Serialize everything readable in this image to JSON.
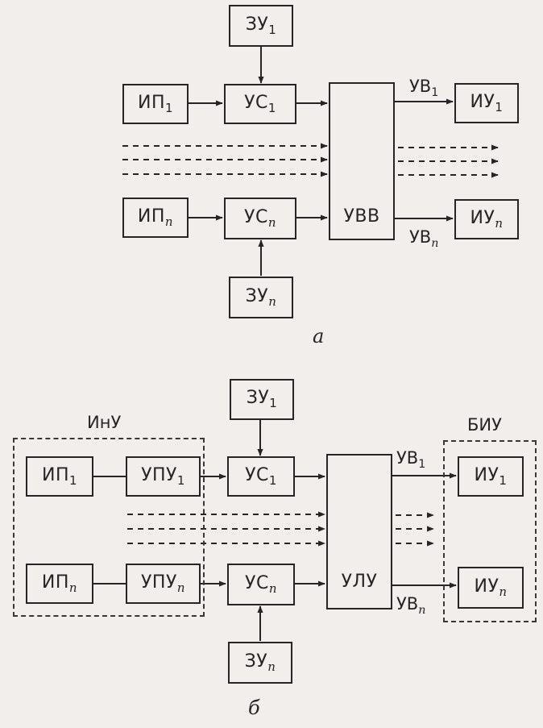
{
  "diagram_a": {
    "caption": "а",
    "blocks": {
      "zu_1": {
        "base": "ЗУ",
        "sub": "1"
      },
      "ip_1": {
        "base": "ИП",
        "sub": "1"
      },
      "us_1": {
        "base": "УС",
        "sub": "1"
      },
      "uvv": {
        "base": "УВВ",
        "sub": ""
      },
      "iu_1": {
        "base": "ИУ",
        "sub": "1"
      },
      "ip_n": {
        "base": "ИП",
        "sub": "n"
      },
      "us_n": {
        "base": "УС",
        "sub": "n"
      },
      "iu_n": {
        "base": "ИУ",
        "sub": "n"
      },
      "zu_n": {
        "base": "ЗУ",
        "sub": "n"
      }
    },
    "signals": {
      "uv_1": {
        "base": "УВ",
        "sub": "1"
      },
      "uv_n": {
        "base": "УВ",
        "sub": "n"
      }
    }
  },
  "diagram_b": {
    "caption": "б",
    "groups": {
      "inu": "ИнУ",
      "biu": "БИУ"
    },
    "blocks": {
      "zu_1": {
        "base": "ЗУ",
        "sub": "1"
      },
      "ip_1": {
        "base": "ИП",
        "sub": "1"
      },
      "upu_1": {
        "base": "УПУ",
        "sub": "1"
      },
      "us_1": {
        "base": "УС",
        "sub": "1"
      },
      "ulu": {
        "base": "УЛУ",
        "sub": ""
      },
      "iu_1": {
        "base": "ИУ",
        "sub": "1"
      },
      "ip_n": {
        "base": "ИП",
        "sub": "n"
      },
      "upu_n": {
        "base": "УПУ",
        "sub": "n"
      },
      "us_n": {
        "base": "УС",
        "sub": "n"
      },
      "iu_n": {
        "base": "ИУ",
        "sub": "n"
      },
      "zu_n": {
        "base": "ЗУ",
        "sub": "n"
      }
    },
    "signals": {
      "uv_1": {
        "base": "УВ",
        "sub": "1"
      },
      "uv_n": {
        "base": "УВ",
        "sub": "n"
      }
    }
  }
}
